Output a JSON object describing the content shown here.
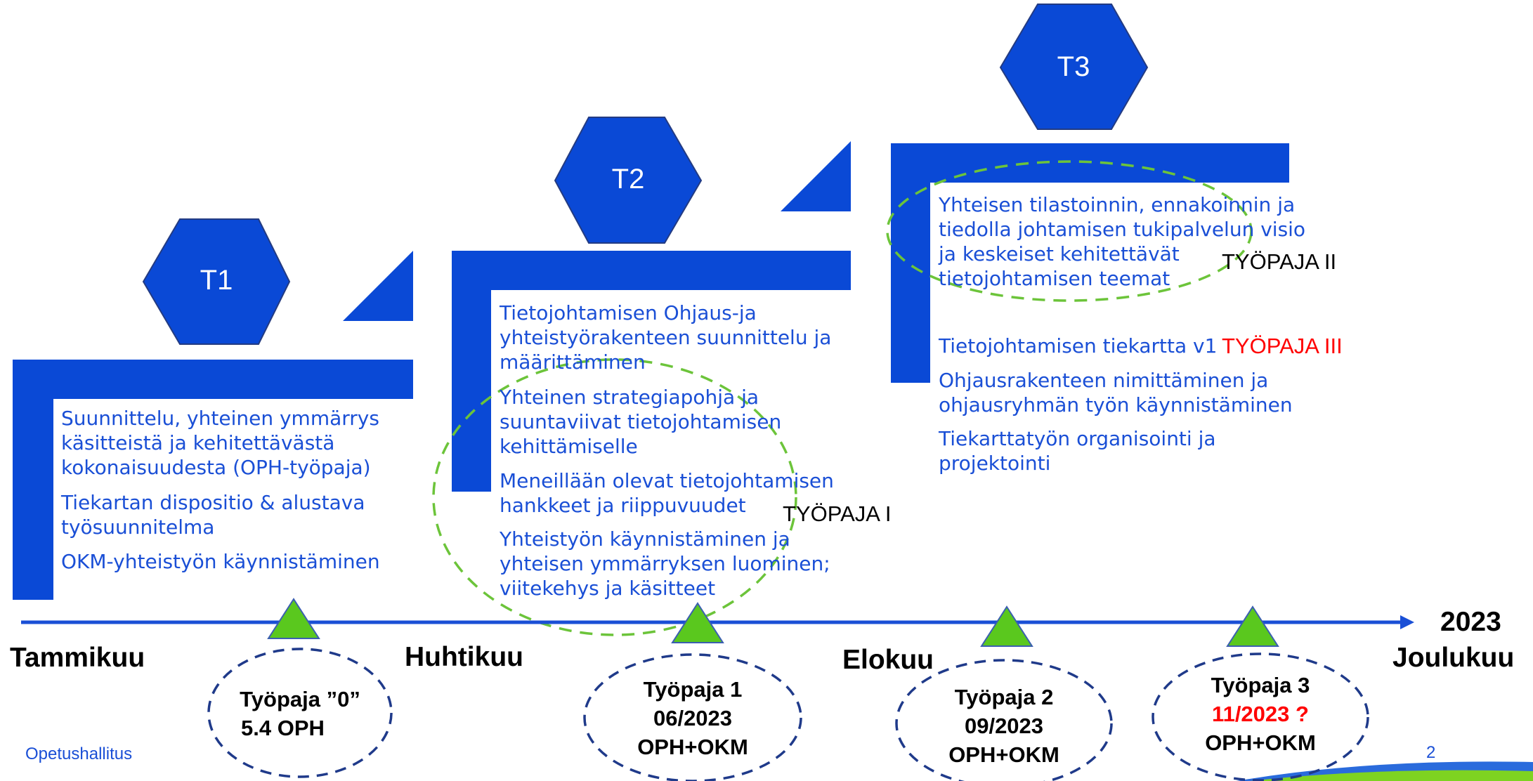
{
  "phases": [
    {
      "label": "T1",
      "items": [
        "Suunnittelu, yhteinen ymmärrys",
        "käsitteistä ja kehitettävästä",
        "kokonaisuudesta (OPH-työpaja)",
        "Tiekartan dispositio & alustava",
        "työsuunnitelma",
        "OKM-yhteistyön käynnistäminen"
      ]
    },
    {
      "label": "T2",
      "items": [
        "Tietojohtamisen Ohjaus-ja",
        "yhteistyörakenteen suunnittelu ja",
        "määrittäminen",
        "Yhteinen strategiapohja ja",
        "suuntaviivat tietojohtamisen",
        "kehittämiselle",
        "Meneillään olevat tietojohtamisen",
        "hankkeet ja riippuvuudet",
        "Yhteistyön käynnistäminen ja",
        "yhteisen ymmärryksen luominen;",
        "viitekehys ja käsitteet"
      ]
    },
    {
      "label": "T3",
      "items": [
        "Yhteisen tilastoinnin, ennakoinnin ja",
        "tiedolla johtamisen tukipalvelun visio",
        "ja keskeiset kehitettävät",
        "tietojohtamisen teemat",
        "Tietojohtamisen tiekartta v1",
        "Ohjausrakenteen nimittäminen ja",
        "ohjausryhmän työn käynnistäminen",
        "Tiekarttatyön organisointi ja",
        "projektointi"
      ]
    }
  ],
  "workshop_tags": [
    "TYÖPAJA I",
    "TYÖPAJA II",
    "TYÖPAJA III"
  ],
  "timeline": {
    "months": [
      "Tammikuu",
      "Huhtikuu",
      "Elokuu",
      "Joulukuu"
    ],
    "year": "2023"
  },
  "workshops": [
    {
      "lines": [
        "Työpaja ”0”",
        "5.4 OPH"
      ]
    },
    {
      "lines": [
        "Työpaja 1",
        "06/2023",
        "OPH+OKM"
      ]
    },
    {
      "lines": [
        "Työpaja 2",
        "09/2023",
        "OPH+OKM"
      ]
    },
    {
      "lines": [
        "Työpaja 3",
        "11/2023 ?",
        "OPH+OKM"
      ]
    }
  ],
  "footer": {
    "org": "Opetushallitus",
    "page": "2"
  },
  "colors": {
    "blue": "#0a49d6",
    "text_blue": "#1a4fd6",
    "green": "#5ac81e",
    "dashed_green": "#6cc43a",
    "dashed_navy": "#1f3a8a",
    "red": "#ff0000"
  }
}
